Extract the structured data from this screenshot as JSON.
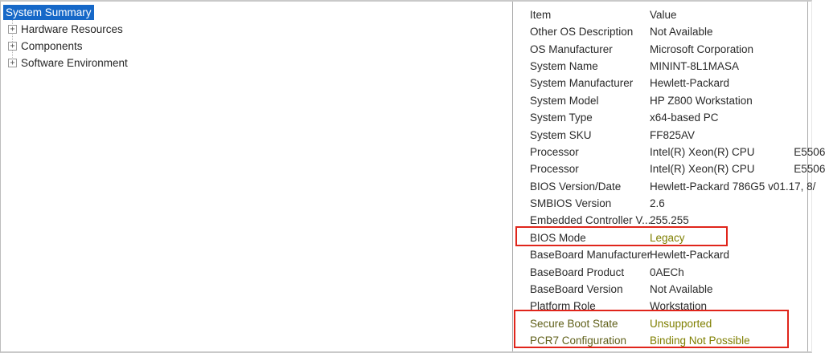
{
  "tree": {
    "items": [
      {
        "label": "System Summary",
        "selected": true,
        "has_expander": false
      },
      {
        "label": "Hardware Resources",
        "selected": false,
        "has_expander": true,
        "expander_glyph": "+"
      },
      {
        "label": "Components",
        "selected": false,
        "has_expander": true,
        "expander_glyph": "+"
      },
      {
        "label": "Software Environment",
        "selected": false,
        "has_expander": true,
        "expander_glyph": "+"
      }
    ]
  },
  "details": {
    "columns": [
      "Item",
      "Value"
    ],
    "rows": [
      {
        "item": "Other OS Description",
        "value": "Not Available"
      },
      {
        "item": "OS Manufacturer",
        "value": "Microsoft Corporation"
      },
      {
        "item": "System Name",
        "value": "MININT-8L1MASA"
      },
      {
        "item": "System Manufacturer",
        "value": "Hewlett-Packard"
      },
      {
        "item": "System Model",
        "value": "HP Z800 Workstation"
      },
      {
        "item": "System Type",
        "value": "x64-based PC"
      },
      {
        "item": "System SKU",
        "value": "FF825AV"
      },
      {
        "item": "Processor",
        "value": "Intel(R) Xeon(R) CPU             E5506"
      },
      {
        "item": "Processor",
        "value": "Intel(R) Xeon(R) CPU             E5506"
      },
      {
        "item": "BIOS Version/Date",
        "value": "Hewlett-Packard 786G5 v01.17, 8/"
      },
      {
        "item": "SMBIOS Version",
        "value": "2.6"
      },
      {
        "item": "Embedded Controller V...",
        "value": "255.255"
      },
      {
        "item": "BIOS Mode",
        "value": "Legacy",
        "highlight": "value"
      },
      {
        "item": "BaseBoard Manufacturer",
        "value": "Hewlett-Packard"
      },
      {
        "item": "BaseBoard Product",
        "value": "0AECh"
      },
      {
        "item": "BaseBoard Version",
        "value": "Not Available"
      },
      {
        "item": "Platform Role",
        "value": "Workstation"
      },
      {
        "item": "Secure Boot State",
        "value": "Unsupported",
        "highlight": "row"
      },
      {
        "item": "PCR7 Configuration",
        "value": "Binding Not Possible",
        "highlight": "row"
      }
    ]
  },
  "annotations": {
    "box_color": "#e0251b",
    "highlight_text_color": "#7f7f00",
    "boxes": [
      "bios-mode-row",
      "secure-boot-and-pcr7-rows"
    ]
  },
  "colors": {
    "selection_bg": "#1668c8",
    "selection_text": "#ffffff",
    "pane_border": "#a9a9a9"
  }
}
